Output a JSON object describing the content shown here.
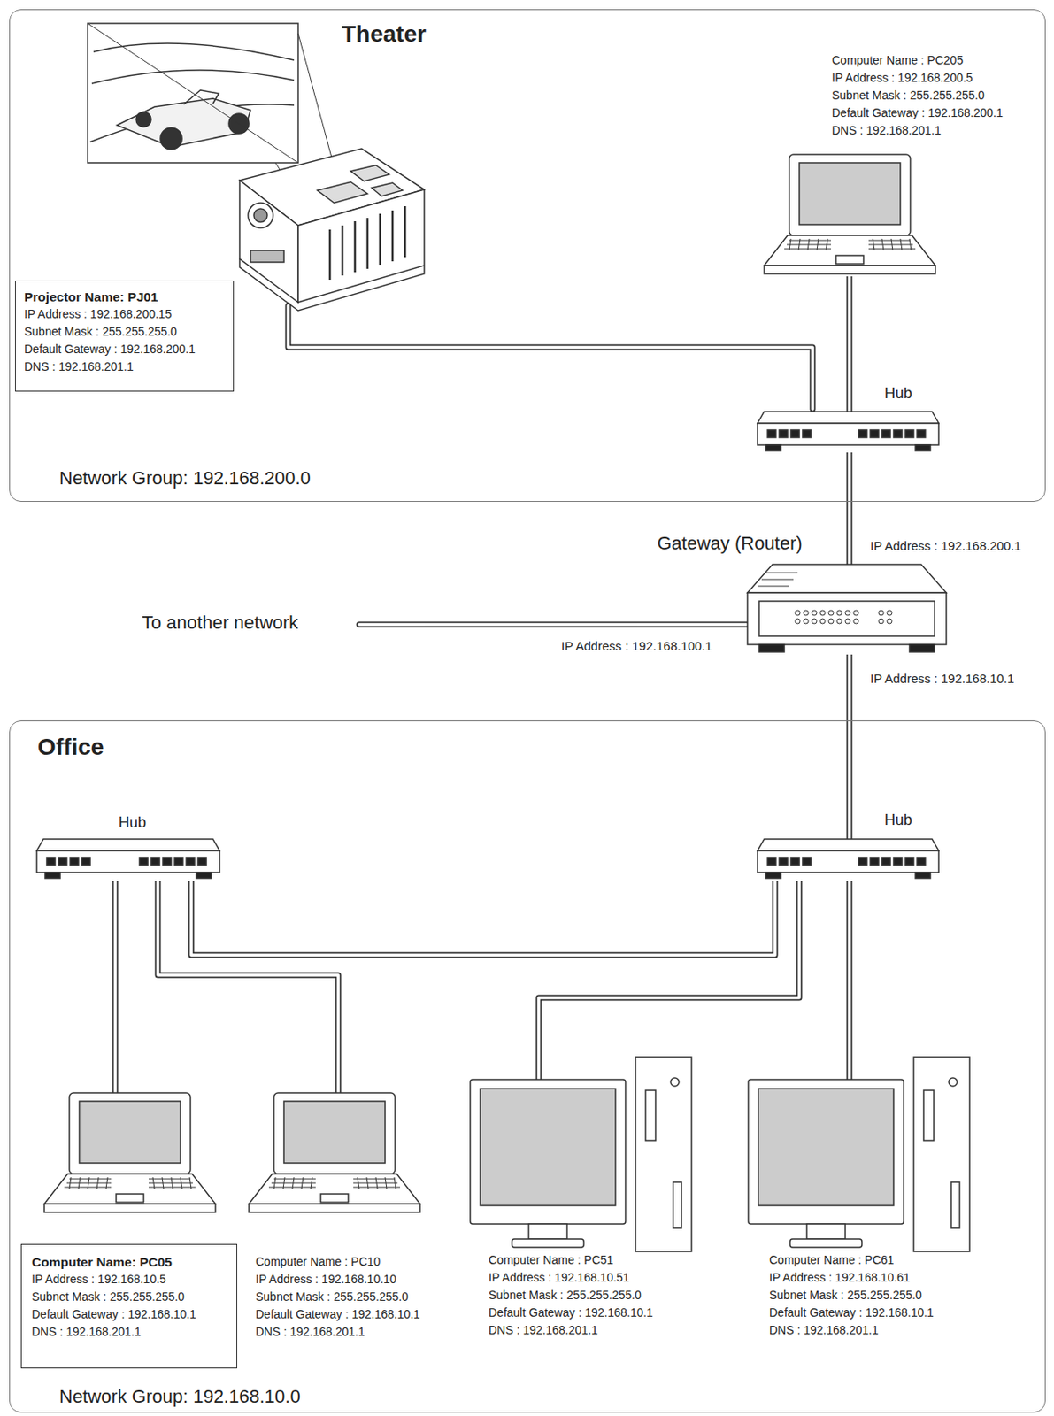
{
  "diagram": {
    "nodes": [
      {
        "text": [
          "Theater",
          "Network Group: 192.168.200.0"
        ]
      },
      {
        "text": [
          "Projector Name: PJ01",
          "IP Address : 192.168.200.15",
          "Subnet Mask : 255.255.255.0",
          "Default Gateway : 192.168.200.1",
          "DNS : 192.168.201.1"
        ],
        "in": 0
      },
      {
        "text": [
          "Computer Name : PC205",
          "IP Address : 192.168.200.5",
          "Subnet Mask : 255.255.255.0",
          "Default Gateway : 192.168.200.1",
          "DNS : 192.168.201.1"
        ],
        "in": 0
      },
      {
        "text": [
          "Hub"
        ],
        "in": 0
      },
      {
        "text": [
          "Gateway (Router)"
        ]
      },
      {
        "text": [
          "Office",
          "Network Group: 192.168.10.0"
        ]
      },
      {
        "text": [
          "Hub"
        ],
        "in": 5
      },
      {
        "text": [
          "Hub"
        ],
        "in": 5
      },
      {
        "text": [
          "Computer Name: PC05",
          "IP Address : 192.168.10.5",
          "Subnet Mask : 255.255.255.0",
          "Default Gateway : 192.168.10.1",
          "DNS : 192.168.201.1"
        ],
        "in": 5
      },
      {
        "text": [
          "Computer Name : PC10",
          "IP Address : 192.168.10.10",
          "Subnet Mask : 255.255.255.0",
          "Default Gateway : 192.168.10.1",
          "DNS : 192.168.201.1"
        ],
        "in": 5
      },
      {
        "text": [
          "Computer Name : PC51",
          "IP Address : 192.168.10.51",
          "Subnet Mask : 255.255.255.0",
          "Default Gateway : 192.168.10.1",
          "DNS : 192.168.201.1"
        ],
        "in": 5
      },
      {
        "text": [
          "Computer Name : PC61",
          "IP Address : 192.168.10.61",
          "Subnet Mask : 255.255.255.0",
          "Default Gateway : 192.168.10.1",
          "DNS : 192.168.201.1"
        ],
        "in": 5
      }
    ],
    "edges": [
      {
        "from": 2,
        "to": 3,
        "arrow": "none"
      },
      {
        "from": 3,
        "to": 4,
        "arrow": "none"
      },
      {
        "from": 4,
        "to": 7,
        "arrow": "none"
      },
      {
        "from": 6,
        "to": 7,
        "arrow": "none"
      },
      {
        "from": 6,
        "to": 8,
        "arrow": "none"
      },
      {
        "from": 6,
        "to": 9,
        "arrow": "none"
      },
      {
        "from": 7,
        "to": 10,
        "arrow": "none"
      },
      {
        "from": 7,
        "to": 11,
        "arrow": "none"
      }
    ],
    "labels": [
      "IP Address : 192.168.200.1",
      "To another network",
      "IP Address : 192.168.100.1",
      "IP Address : 192.168.10.1"
    ]
  }
}
